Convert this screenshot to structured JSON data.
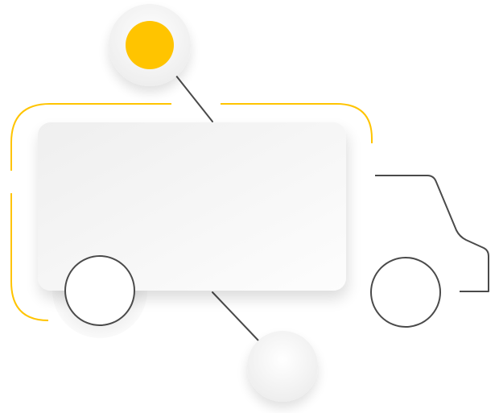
{
  "illustration": {
    "subject": "delivery-truck",
    "colors": {
      "accent": "#FFC400",
      "outline": "#4A4A4A",
      "card_light": "#FDFDFD",
      "card_shade": "#EFEFEF",
      "background": "#FFFFFF"
    },
    "markers": [
      {
        "name": "top-marker",
        "state": "active"
      },
      {
        "name": "bottom-marker",
        "state": "inactive"
      }
    ]
  }
}
